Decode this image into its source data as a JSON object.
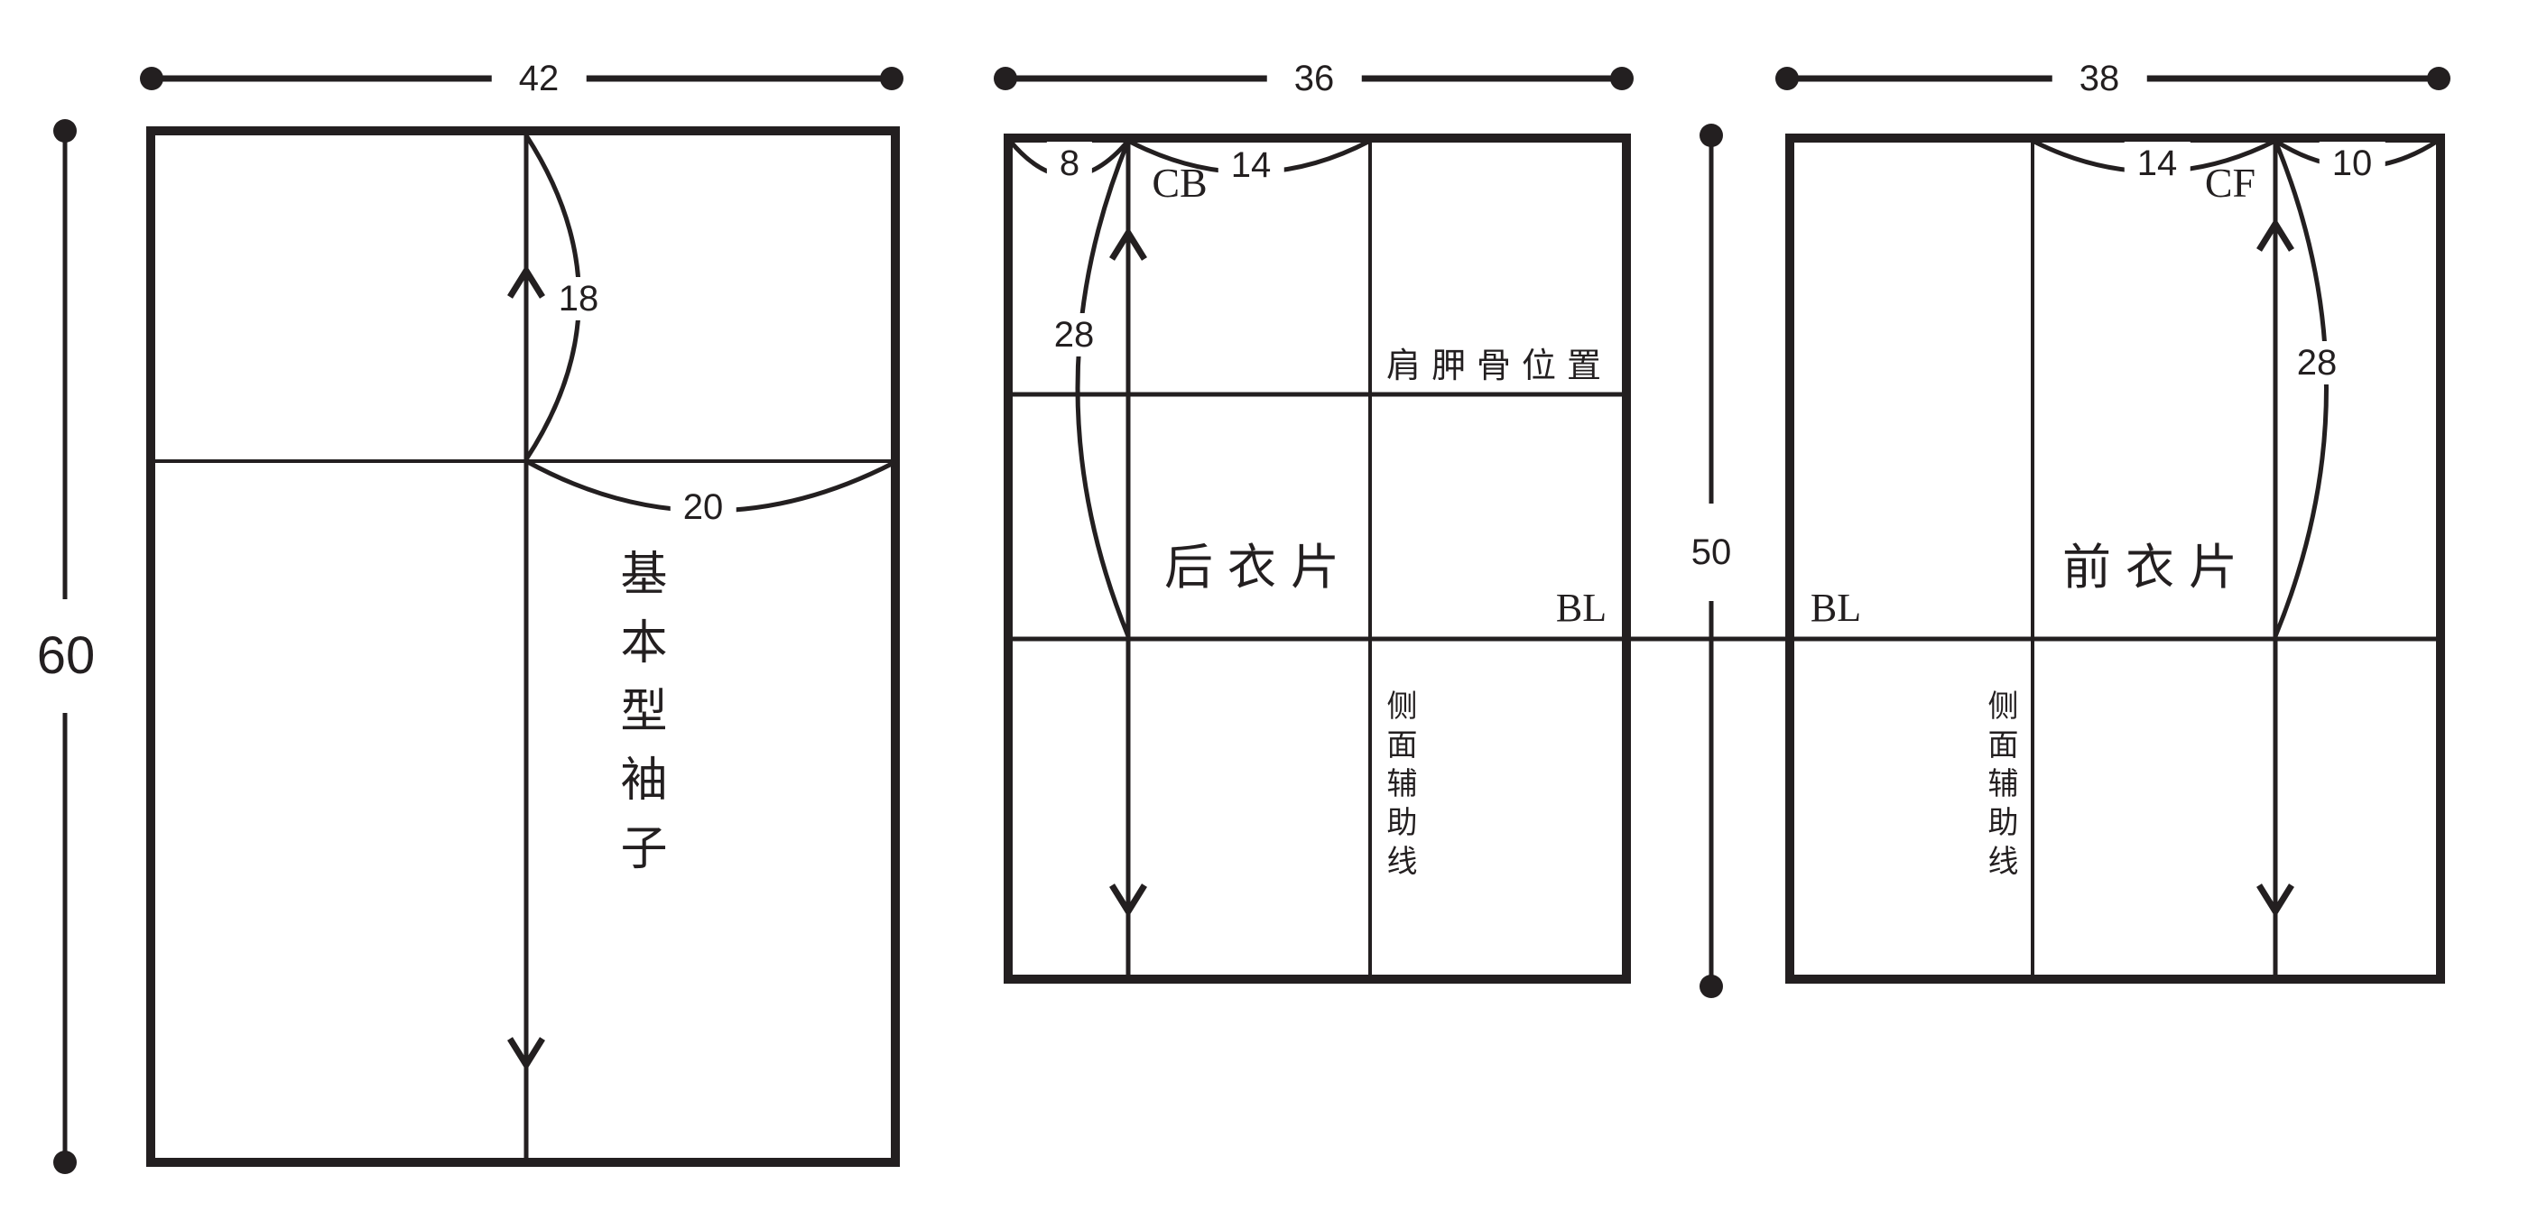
{
  "diagram": {
    "ink_color": "#231f20",
    "bg_color": "#ffffff",
    "sleeve": {
      "title": "基本型袖子",
      "width_dim": "42",
      "height_dim": "60",
      "cap_height": "18",
      "cap_half_width": "20"
    },
    "back_bodice": {
      "title": "后衣片",
      "width_dim": "36",
      "back_neck": "8",
      "center_back": "CB",
      "shoulder": "14",
      "armhole_depth": "28",
      "shoulder_blade": "肩胛骨位置",
      "bust_line": "BL",
      "side_aux": "侧面辅助线"
    },
    "front_bodice": {
      "title": "前衣片",
      "width_dim": "38",
      "shoulder": "14",
      "center_front": "CF",
      "front_neck": "10",
      "armhole_depth": "28",
      "bust_line": "BL",
      "side_aux": "侧面辅助线"
    },
    "body_length_dim": "50"
  }
}
